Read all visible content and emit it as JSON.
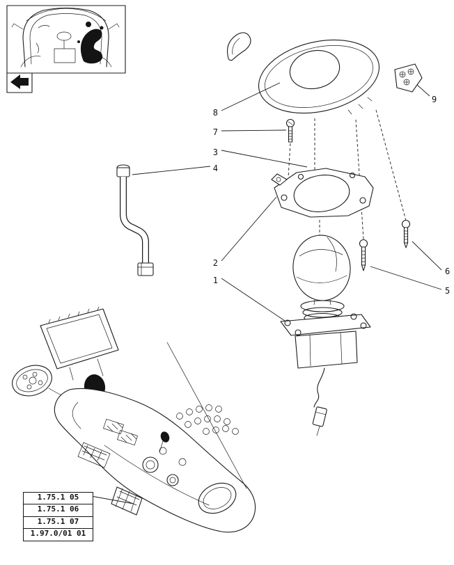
{
  "diagram": {
    "title": "joystick-assembly-exploded-view",
    "callouts": [
      "1",
      "2",
      "3",
      "4",
      "5",
      "6",
      "7",
      "8",
      "9"
    ],
    "reference_boxes": [
      "1.75.1 05",
      "1.75.1 06",
      "1.75.1 07",
      "1.97.0/01 01"
    ]
  },
  "colors": {
    "line": "#1b1b1b",
    "background": "#ffffff",
    "highlight_blob": "#141414"
  }
}
